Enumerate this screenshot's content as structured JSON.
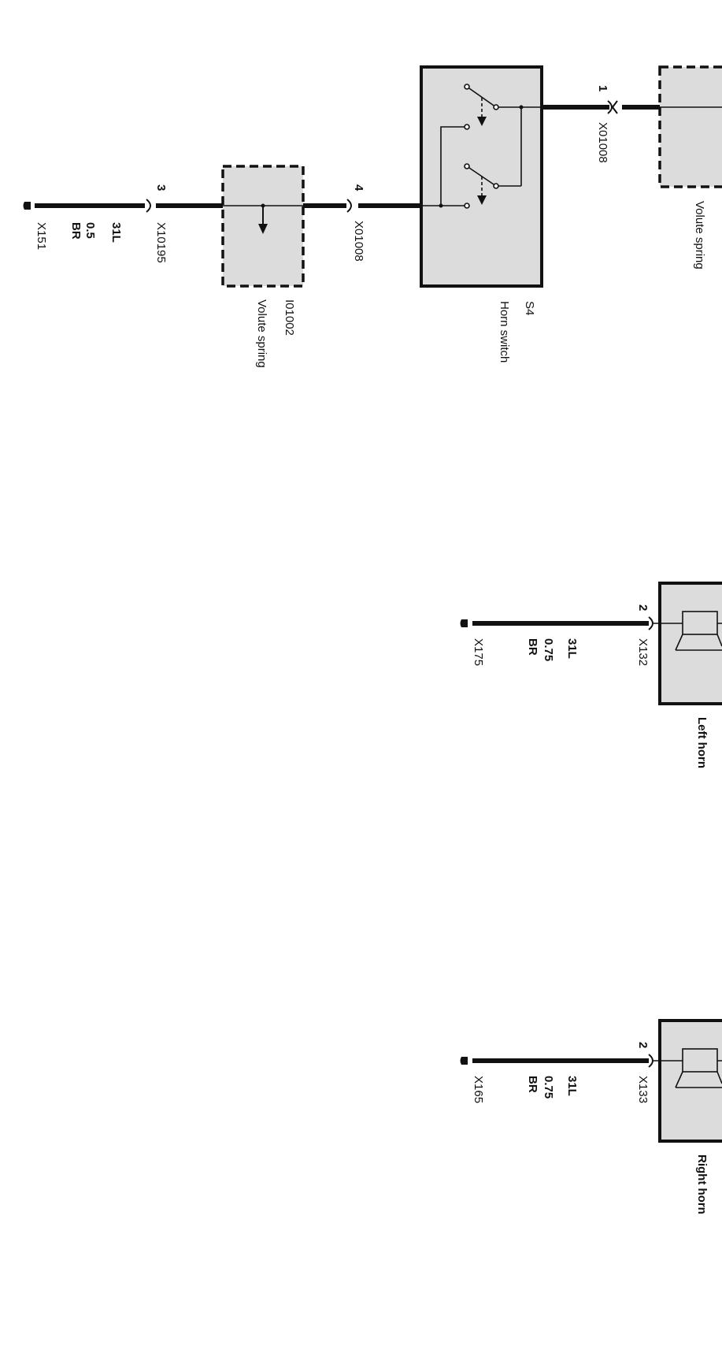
{
  "title": "Horn circuit wiring diagram",
  "components": {
    "volute_spring_top": {
      "label": "Volute spring"
    },
    "horn_switch": {
      "id": "S4",
      "label": "Horn switch"
    },
    "volute_spring": {
      "id": "I01002",
      "label": "Volute spring"
    },
    "left_horn": {
      "label": "Left horn"
    },
    "right_horn": {
      "label": "Right horn"
    }
  },
  "connectors": {
    "top": {
      "pin": "1",
      "id": "X01008"
    },
    "switch_out": {
      "pin": "4",
      "id": "X01008"
    },
    "spring_out": {
      "pin": "3",
      "id": "X10195"
    },
    "left_horn": {
      "pin": "2",
      "id": "X132"
    },
    "right_horn": {
      "pin": "2",
      "id": "X133"
    }
  },
  "wires": {
    "spring_ground": {
      "circuit": "31L",
      "size": "0.5",
      "color": "BR",
      "ground": "X151"
    },
    "left_horn_ground": {
      "circuit": "31L",
      "size": "0.75",
      "color": "BR",
      "ground": "X175"
    },
    "right_horn_ground": {
      "circuit": "31L",
      "size": "0.75",
      "color": "BR",
      "ground": "X165"
    }
  }
}
